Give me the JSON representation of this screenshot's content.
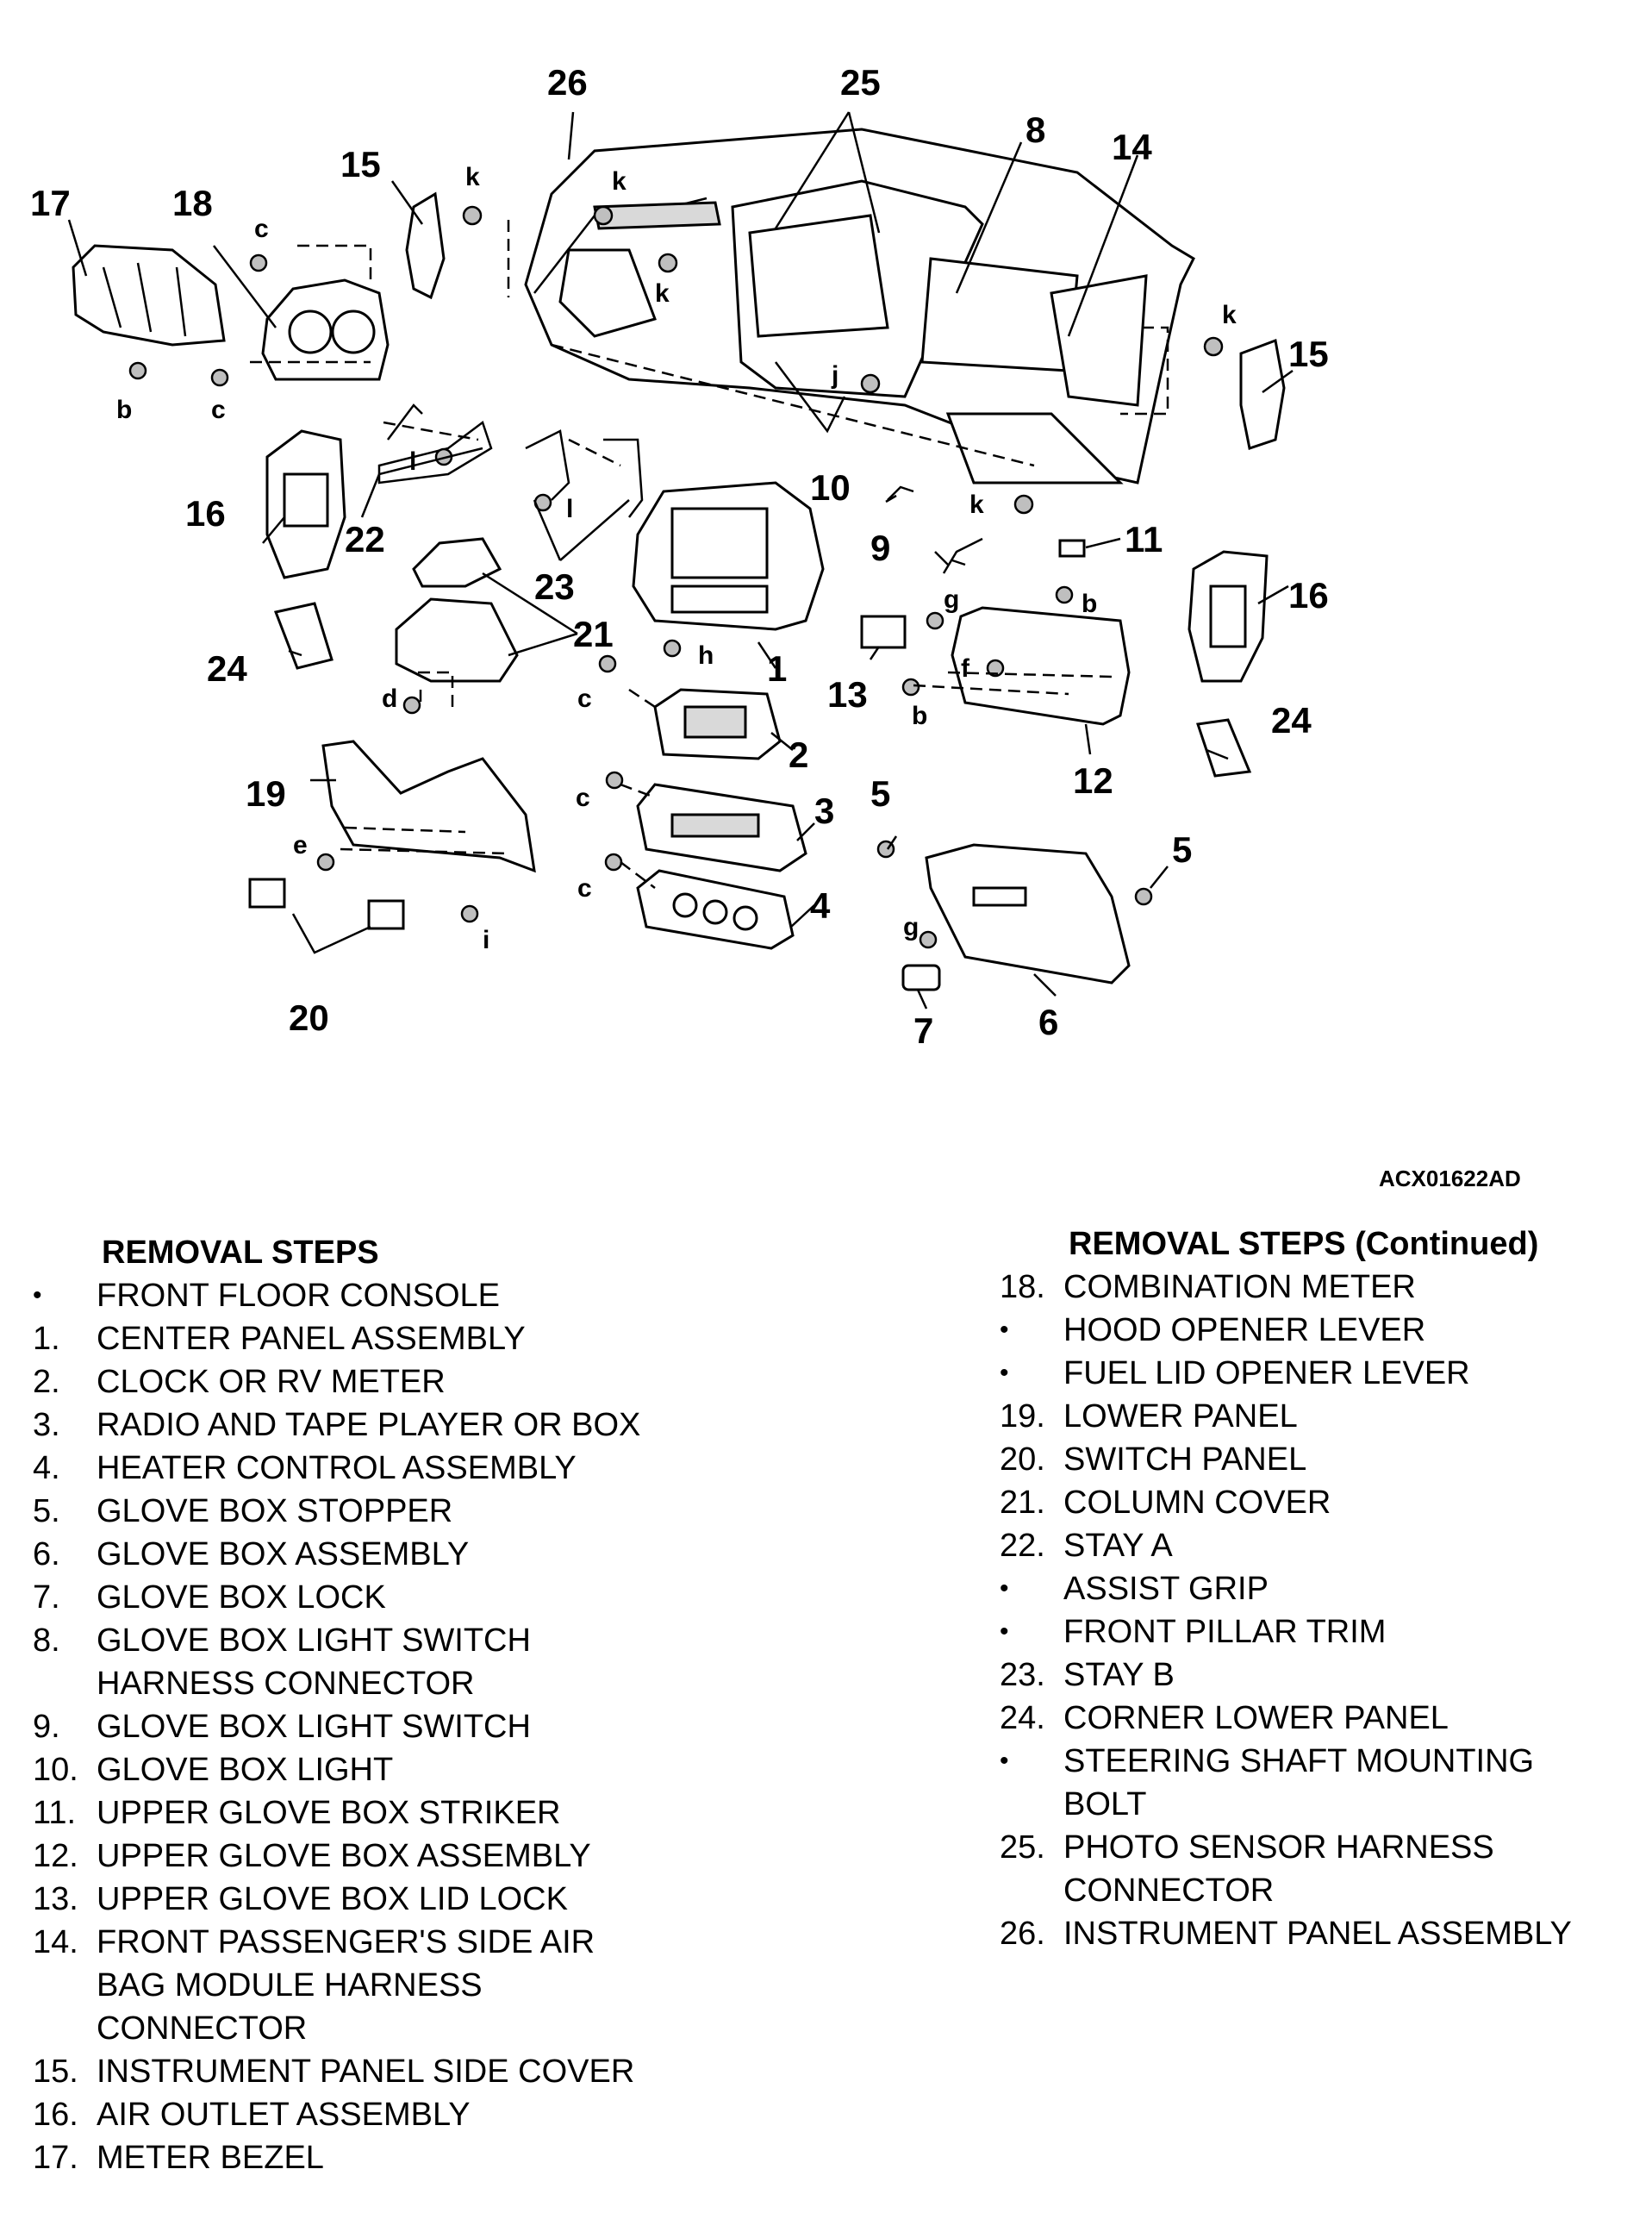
{
  "diagram": {
    "code": "ACX01622AD",
    "callouts": [
      "1",
      "2",
      "3",
      "4",
      "5",
      "5",
      "6",
      "7",
      "8",
      "9",
      "10",
      "11",
      "12",
      "13",
      "14",
      "15",
      "15",
      "16",
      "16",
      "17",
      "18",
      "19",
      "20",
      "21",
      "22",
      "23",
      "24",
      "24",
      "25",
      "26"
    ],
    "letters": [
      "b",
      "b",
      "b",
      "c",
      "c",
      "c",
      "c",
      "c",
      "d",
      "e",
      "f",
      "g",
      "g",
      "h",
      "i",
      "j",
      "k",
      "k",
      "k",
      "k",
      "k",
      "l",
      "l"
    ]
  },
  "left_column": {
    "heading": "REMOVAL STEPS",
    "steps": [
      {
        "n": "•",
        "lines": [
          "FRONT FLOOR CONSOLE"
        ]
      },
      {
        "n": "1.",
        "lines": [
          "CENTER PANEL ASSEMBLY"
        ]
      },
      {
        "n": "2.",
        "lines": [
          "CLOCK OR RV METER"
        ]
      },
      {
        "n": "3.",
        "lines": [
          "RADIO AND TAPE PLAYER OR BOX"
        ]
      },
      {
        "n": "4.",
        "lines": [
          "HEATER CONTROL ASSEMBLY"
        ]
      },
      {
        "n": "5.",
        "lines": [
          "GLOVE BOX STOPPER"
        ]
      },
      {
        "n": "6.",
        "lines": [
          "GLOVE BOX ASSEMBLY"
        ]
      },
      {
        "n": "7.",
        "lines": [
          "GLOVE BOX LOCK"
        ]
      },
      {
        "n": "8.",
        "lines": [
          "GLOVE BOX LIGHT SWITCH",
          "HARNESS CONNECTOR"
        ]
      },
      {
        "n": "9.",
        "lines": [
          "GLOVE BOX LIGHT SWITCH"
        ]
      },
      {
        "n": "10.",
        "lines": [
          "GLOVE BOX LIGHT"
        ]
      },
      {
        "n": "11.",
        "lines": [
          "UPPER GLOVE BOX STRIKER"
        ]
      },
      {
        "n": "12.",
        "lines": [
          "UPPER GLOVE BOX ASSEMBLY"
        ]
      },
      {
        "n": "13.",
        "lines": [
          "UPPER GLOVE BOX LID LOCK"
        ]
      },
      {
        "n": "14.",
        "lines": [
          "FRONT PASSENGER'S SIDE AIR",
          "BAG MODULE HARNESS",
          "CONNECTOR"
        ]
      },
      {
        "n": "15.",
        "lines": [
          "INSTRUMENT PANEL SIDE COVER"
        ]
      },
      {
        "n": "16.",
        "lines": [
          "AIR OUTLET ASSEMBLY"
        ]
      },
      {
        "n": "17.",
        "lines": [
          "METER BEZEL"
        ]
      }
    ]
  },
  "right_column": {
    "heading": "REMOVAL STEPS (Continued)",
    "steps": [
      {
        "n": "18.",
        "lines": [
          "COMBINATION METER"
        ]
      },
      {
        "n": "•",
        "lines": [
          "HOOD OPENER LEVER"
        ]
      },
      {
        "n": "•",
        "lines": [
          "FUEL LID OPENER LEVER"
        ]
      },
      {
        "n": "19.",
        "lines": [
          "LOWER PANEL"
        ]
      },
      {
        "n": "20.",
        "lines": [
          "SWITCH PANEL"
        ]
      },
      {
        "n": "21.",
        "lines": [
          "COLUMN COVER"
        ]
      },
      {
        "n": "22.",
        "lines": [
          "STAY A"
        ]
      },
      {
        "n": "•",
        "lines": [
          "ASSIST GRIP"
        ]
      },
      {
        "n": "•",
        "lines": [
          "FRONT PILLAR TRIM"
        ]
      },
      {
        "n": "23.",
        "lines": [
          "STAY B"
        ]
      },
      {
        "n": "24.",
        "lines": [
          "CORNER LOWER PANEL"
        ]
      },
      {
        "n": "•",
        "lines": [
          "STEERING SHAFT MOUNTING",
          "BOLT"
        ]
      },
      {
        "n": "25.",
        "lines": [
          "PHOTO SENSOR HARNESS",
          "CONNECTOR"
        ]
      },
      {
        "n": "26.",
        "lines": [
          "INSTRUMENT PANEL ASSEMBLY"
        ]
      }
    ]
  }
}
